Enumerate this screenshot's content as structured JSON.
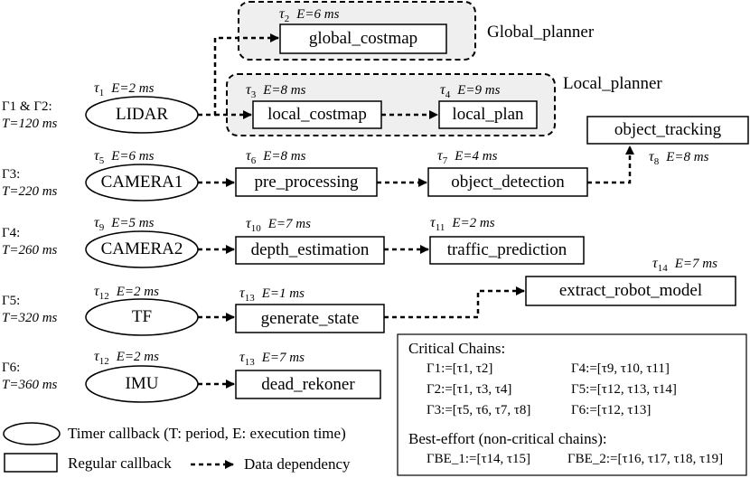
{
  "groups": {
    "global": "Global_planner",
    "local": "Local_planner"
  },
  "rates": [
    {
      "id": "r1",
      "head": "Γ1 & Γ2:",
      "period": "T=120 ms"
    },
    {
      "id": "r3",
      "head": "Γ3:",
      "period": "T=220 ms"
    },
    {
      "id": "r4",
      "head": "Γ4:",
      "period": "T=260 ms"
    },
    {
      "id": "r5",
      "head": "Γ5:",
      "period": "T=320 ms"
    },
    {
      "id": "r6",
      "head": "Γ6:",
      "period": "T=360 ms"
    }
  ],
  "nodes": {
    "lidar": {
      "label": "LIDAR",
      "tau": "1",
      "exec": "E=2 ms"
    },
    "global_cost": {
      "label": "global_costmap",
      "tau": "2",
      "exec": "E=6 ms"
    },
    "local_cost": {
      "label": "local_costmap",
      "tau": "3",
      "exec": "E=8 ms"
    },
    "local_plan": {
      "label": "local_plan",
      "tau": "4",
      "exec": "E=9 ms"
    },
    "camera1": {
      "label": "CAMERA1",
      "tau": "5",
      "exec": "E=6 ms"
    },
    "pre": {
      "label": "pre_processing",
      "tau": "6",
      "exec": "E=8 ms"
    },
    "objdet": {
      "label": "object_detection",
      "tau": "7",
      "exec": "E=4 ms"
    },
    "objtrack": {
      "label": "object_tracking",
      "tau": "8",
      "exec": "E=8 ms"
    },
    "camera2": {
      "label": "CAMERA2",
      "tau": "9",
      "exec": "E=5 ms"
    },
    "depth": {
      "label": "depth_estimation",
      "tau": "10",
      "exec": "E=7 ms"
    },
    "traffic": {
      "label": "traffic_prediction",
      "tau": "11",
      "exec": "E=2 ms"
    },
    "tf": {
      "label": "TF",
      "tau": "12",
      "exec": "E=2 ms"
    },
    "gen": {
      "label": "generate_state",
      "tau": "13",
      "exec": "E=1 ms"
    },
    "extract": {
      "label": "extract_robot_model",
      "tau": "14",
      "exec": "E=7 ms"
    },
    "imu": {
      "label": "IMU",
      "tau": "12",
      "exec": "E=2 ms"
    },
    "dead": {
      "label": "dead_rekoner",
      "tau": "13",
      "exec": "E=7 ms"
    }
  },
  "legend": {
    "timer": "Timer callback (T: period, E: execution time)",
    "regular": "Regular callback",
    "dependency": "Data dependency"
  },
  "chains": {
    "critical_title": "Critical Chains:",
    "critical": [
      {
        "name": "Γ1",
        "members": [
          "τ1",
          "τ2"
        ]
      },
      {
        "name": "Γ2",
        "members": [
          "τ1",
          "τ3",
          "τ4"
        ]
      },
      {
        "name": "Γ3",
        "members": [
          "τ5",
          "τ6",
          "τ7",
          "τ8"
        ]
      },
      {
        "name": "Γ4",
        "members": [
          "τ9",
          "τ10",
          "τ11"
        ]
      },
      {
        "name": "Γ5",
        "members": [
          "τ12",
          "τ13",
          "τ14"
        ]
      },
      {
        "name": "Γ6",
        "members": [
          "τ12",
          "τ13"
        ]
      }
    ],
    "besteffort_title": "Best-effort (non-critical chains):",
    "besteffort": [
      {
        "name": "ΓBE_1",
        "members": [
          "τ14",
          "τ15"
        ]
      },
      {
        "name": "ΓBE_2",
        "members": [
          "τ16",
          "τ17",
          "τ18",
          "τ19"
        ]
      }
    ]
  },
  "colors": {
    "group_fill": "#efefef",
    "stroke": "#000000",
    "background": "#ffffff"
  }
}
